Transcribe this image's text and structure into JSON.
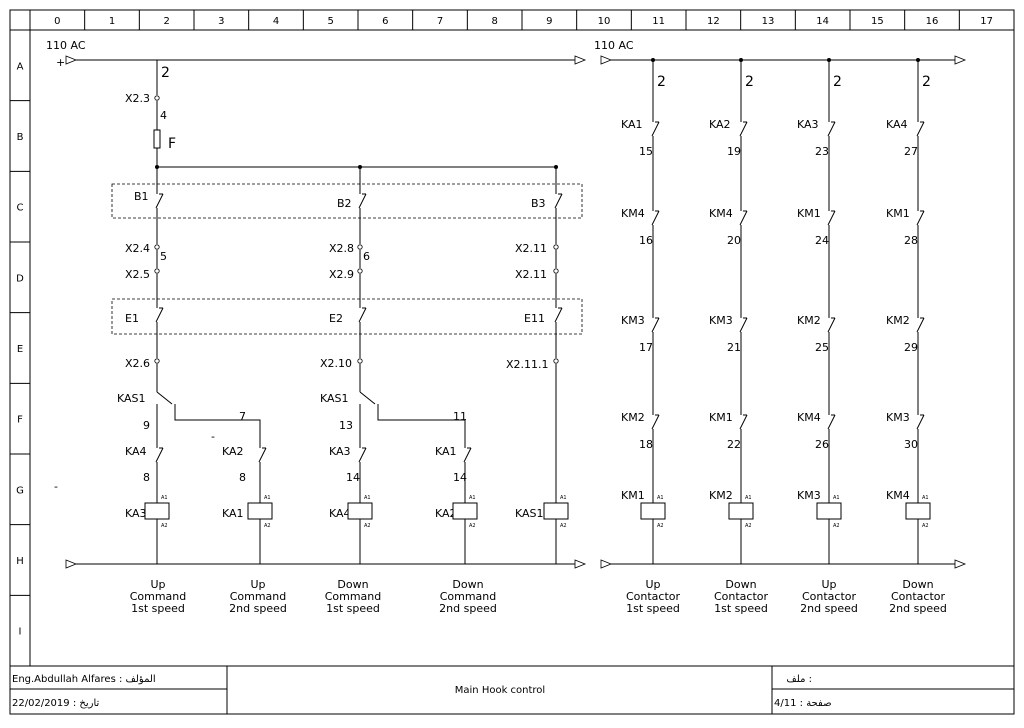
{
  "columns": [
    "0",
    "1",
    "2",
    "3",
    "4",
    "5",
    "6",
    "7",
    "8",
    "9",
    "10",
    "11",
    "12",
    "13",
    "14",
    "15",
    "16",
    "17"
  ],
  "rows": [
    "A",
    "B",
    "C",
    "D",
    "E",
    "F",
    "G",
    "H",
    "I"
  ],
  "supply": {
    "left_label": "110 AC",
    "right_label": "110 AC",
    "plus": "+",
    "minus_marks": [
      "-",
      "-"
    ]
  },
  "left": {
    "wire_top": "2",
    "terminal_top": "X2.3",
    "wire_fuse": "4",
    "fuse": "F",
    "switch_group_1": {
      "labels": [
        "B1",
        "B2",
        "B3"
      ]
    },
    "terminals_upper": [
      "X2.4",
      "X2.8",
      "X2.11"
    ],
    "wires_upper": [
      "5",
      "6"
    ],
    "terminals_lower": [
      "X2.5",
      "X2.9",
      "X2.11"
    ],
    "switch_group_2": {
      "labels": [
        "E1",
        "E2",
        "E11"
      ]
    },
    "terminals_e": [
      "X2.6",
      "X2.10",
      "X2.11.1"
    ],
    "kas_labels": [
      "KAS1",
      "KAS1"
    ],
    "kas_wires": [
      "9",
      "7",
      "13",
      "11"
    ],
    "interlocks": [
      "KA4",
      "KA2",
      "KA3",
      "KA1"
    ],
    "interlock_wires": [
      "8",
      "8",
      "14",
      "14"
    ],
    "coils": [
      "KA3",
      "KA1",
      "KA4",
      "KA2",
      "KAS1"
    ],
    "captions": [
      [
        "Up",
        "Command",
        "1st speed"
      ],
      [
        "Up",
        "Command",
        "2nd speed"
      ],
      [
        "Down",
        "Command",
        "1st speed"
      ],
      [
        "Down",
        "Command",
        "2nd speed"
      ]
    ]
  },
  "right": {
    "wires_top": [
      "2",
      "2",
      "2",
      "2"
    ],
    "branches": [
      {
        "contacts": [
          "KA1",
          "KM4",
          "KM3",
          "KM2"
        ],
        "wires": [
          "15",
          "16",
          "17",
          "18"
        ],
        "coil": "KM1",
        "caption": [
          "Up",
          "Contactor",
          "1st speed"
        ]
      },
      {
        "contacts": [
          "KA2",
          "KM4",
          "KM3",
          "KM1"
        ],
        "wires": [
          "19",
          "20",
          "21",
          "22"
        ],
        "coil": "KM2",
        "caption": [
          "Down",
          "Contactor",
          "1st speed"
        ]
      },
      {
        "contacts": [
          "KA3",
          "KM1",
          "KM2",
          "KM4"
        ],
        "wires": [
          "23",
          "24",
          "25",
          "26"
        ],
        "coil": "KM3",
        "caption": [
          "Up",
          "Contactor",
          "2nd speed"
        ]
      },
      {
        "contacts": [
          "KA4",
          "KM1",
          "KM2",
          "KM3"
        ],
        "wires": [
          "27",
          "28",
          "29",
          "30"
        ],
        "coil": "KM4",
        "caption": [
          "Down",
          "Contactor",
          "2nd speed"
        ]
      }
    ]
  },
  "coil_pins": [
    "A1",
    "A2"
  ],
  "title_block": {
    "author": "Eng.Abdullah Alfares : المؤلف",
    "date": "22/02/2019 : تاريخ",
    "title": "Main Hook control",
    "file": "ملف :",
    "page": "4/11 : صفحة"
  }
}
